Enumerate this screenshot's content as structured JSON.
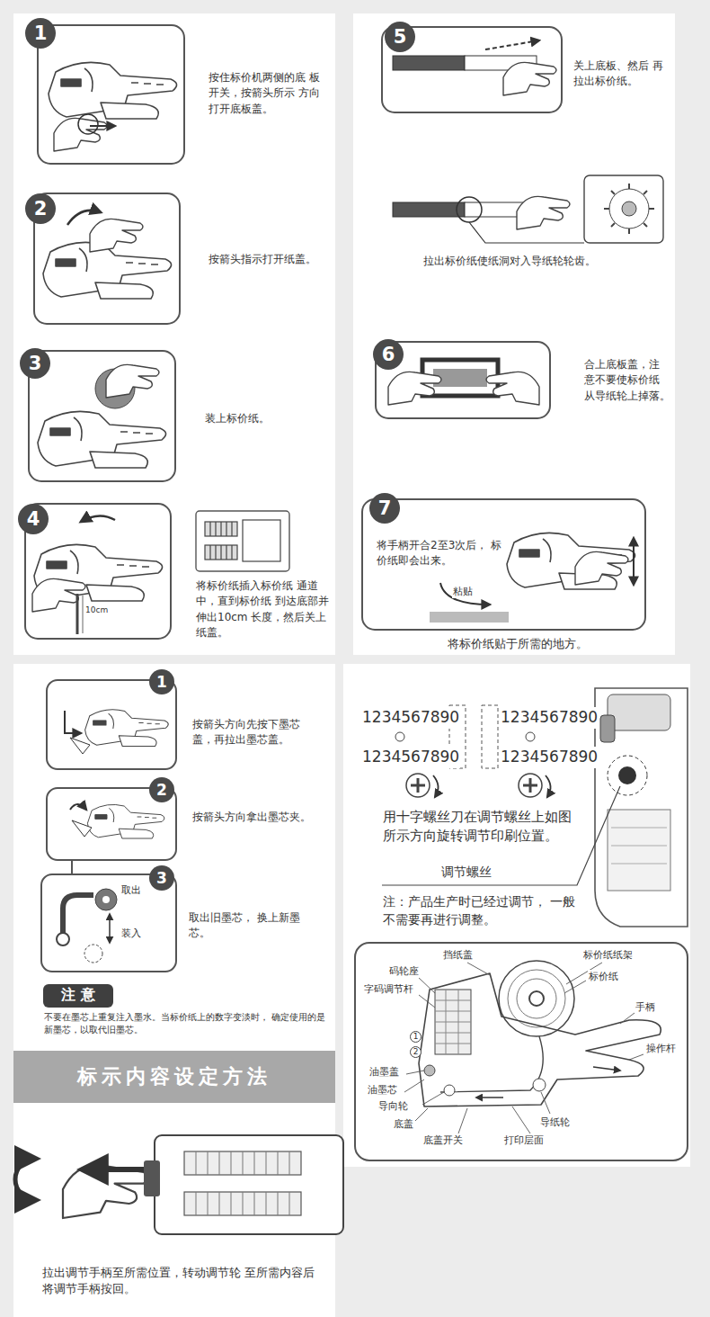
{
  "diagram": {
    "nodes": [
      {
        "text": [
          "1",
          "按住标价机两侧的底 板开关，按箭头所示 方向打开底板盖。"
        ]
      },
      {
        "text": [
          "2",
          "按箭头指示打开纸盖。"
        ]
      },
      {
        "text": [
          "3",
          "装上标价纸。"
        ]
      },
      {
        "text": [
          "4",
          "将标价纸插入标价纸 通道中，直到标价纸 到达底部并伸出10cm 长度，然后关上纸盖。"
        ]
      },
      {
        "text": [
          "5",
          "关上底板、然后 再拉出标价纸。"
        ]
      },
      {
        "text": [
          "6",
          "合上底板盖，注 意不要使标价纸 从导纸轮上掉落。"
        ]
      },
      {
        "text": [
          "7",
          "将手柄开合2至3次后， 标价纸即会出来。"
        ]
      },
      {
        "text": [
          "1",
          "按箭头方向先按下墨芯 盖，再拉出墨芯盖。"
        ]
      },
      {
        "text": [
          "2",
          "按箭头方向拿出墨芯夹。"
        ]
      },
      {
        "text": [
          "3",
          "取出旧墨芯， 换上新墨芯。"
        ]
      },
      {
        "text": [
          "注 意"
        ]
      },
      {
        "text": [
          "标示内容设定方法"
        ]
      }
    ],
    "labels": [
      "10cm",
      "拉出标价纸使纸洞对入导纸轮轮齿。",
      "粘贴",
      "将标价纸贴于所需的地方。",
      "取出",
      "装入",
      "不要在墨芯上重复注入墨水。当标价纸上的数字变淡时， 确定使用的是新墨芯，以取代旧墨芯。",
      "拉出调节手柄至所需位置，转动调节轮 至所需内容后将调节手柄按回。",
      "1234567890",
      "1234567890",
      "1234567890",
      "1234567890",
      "用十字螺丝刀在调节螺丝上如图 所示方向旋转调节印刷位置。",
      "调节螺丝",
      "注：产品生产时已经过调节， 一般不需要再进行调整。",
      "挡纸盖",
      "标价纸纸架",
      "码轮座",
      "标价纸",
      "字码调节杆",
      "手柄",
      "操作杆",
      "1",
      "2",
      "油墨盖",
      "油墨芯",
      "导向轮",
      "底盖",
      "导纸轮",
      "底盖开关",
      "打印层面"
    ]
  }
}
